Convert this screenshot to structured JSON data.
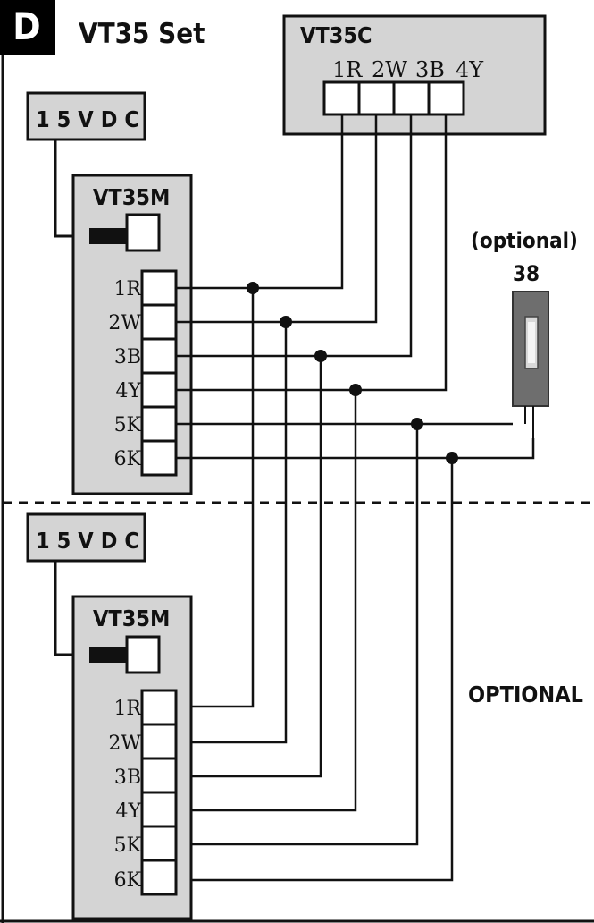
{
  "panel_letter": "D",
  "title": "VT35 Set",
  "controller": {
    "name": "VT35C",
    "terminals": [
      "1R",
      "2W",
      "3B",
      "4Y"
    ]
  },
  "power_supply_label": "15VDC",
  "monitor_top": {
    "name": "VT35M",
    "terminals": [
      "1R",
      "2W",
      "3B",
      "4Y",
      "5K",
      "6K"
    ]
  },
  "monitor_bottom": {
    "name": "VT35M",
    "terminals": [
      "1R",
      "2W",
      "3B",
      "4Y",
      "5K",
      "6K"
    ]
  },
  "lock": {
    "optional_label": "(optional)",
    "model": "38"
  },
  "optional_section_label": "OPTIONAL",
  "colors": {
    "box_fill": "#d4d4d4",
    "line": "#111111",
    "header_fill": "#000000",
    "header_text": "#ffffff"
  }
}
